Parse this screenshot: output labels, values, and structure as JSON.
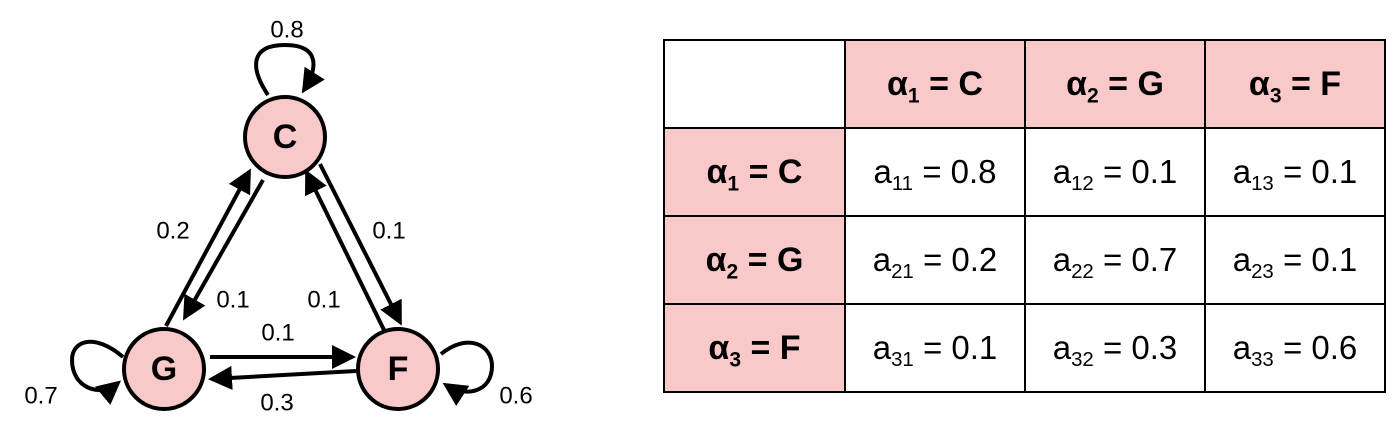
{
  "colors": {
    "node_fill": "#f9c8c8",
    "header_fill": "#f9c8c8",
    "stroke": "#000000"
  },
  "diagram": {
    "nodes": [
      {
        "id": "C",
        "label": "C"
      },
      {
        "id": "G",
        "label": "G"
      },
      {
        "id": "F",
        "label": "F"
      }
    ],
    "edges": [
      {
        "from": "C",
        "to": "C",
        "label": "0.8"
      },
      {
        "from": "G",
        "to": "C",
        "label": "0.2"
      },
      {
        "from": "C",
        "to": "G",
        "label": "0.1"
      },
      {
        "from": "C",
        "to": "F",
        "label": "0.1"
      },
      {
        "from": "F",
        "to": "C",
        "label": "0.1"
      },
      {
        "from": "G",
        "to": "F",
        "label": "0.1"
      },
      {
        "from": "F",
        "to": "G",
        "label": "0.3"
      },
      {
        "from": "G",
        "to": "G",
        "label": "0.7"
      },
      {
        "from": "F",
        "to": "F",
        "label": "0.6"
      }
    ]
  },
  "matrix": {
    "col_headers": [
      {
        "sym": "α",
        "sub": "1",
        "rest": " = C"
      },
      {
        "sym": "α",
        "sub": "2",
        "rest": " = G"
      },
      {
        "sym": "α",
        "sub": "3",
        "rest": " = F"
      }
    ],
    "rows": [
      {
        "header": {
          "sym": "α",
          "sub": "1",
          "rest": " = C"
        },
        "cells": [
          {
            "sym": "a",
            "sub": "11",
            "rest": " = 0.8"
          },
          {
            "sym": "a",
            "sub": "12",
            "rest": " = 0.1"
          },
          {
            "sym": "a",
            "sub": "13",
            "rest": " = 0.1"
          }
        ]
      },
      {
        "header": {
          "sym": "α",
          "sub": "2",
          "rest": " = G"
        },
        "cells": [
          {
            "sym": "a",
            "sub": "21",
            "rest": " = 0.2"
          },
          {
            "sym": "a",
            "sub": "22",
            "rest": " = 0.7"
          },
          {
            "sym": "a",
            "sub": "23",
            "rest": " = 0.1"
          }
        ]
      },
      {
        "header": {
          "sym": "α",
          "sub": "3",
          "rest": " = F"
        },
        "cells": [
          {
            "sym": "a",
            "sub": "31",
            "rest": " = 0.1"
          },
          {
            "sym": "a",
            "sub": "32",
            "rest": " = 0.3"
          },
          {
            "sym": "a",
            "sub": "33",
            "rest": " = 0.6"
          }
        ]
      }
    ]
  }
}
